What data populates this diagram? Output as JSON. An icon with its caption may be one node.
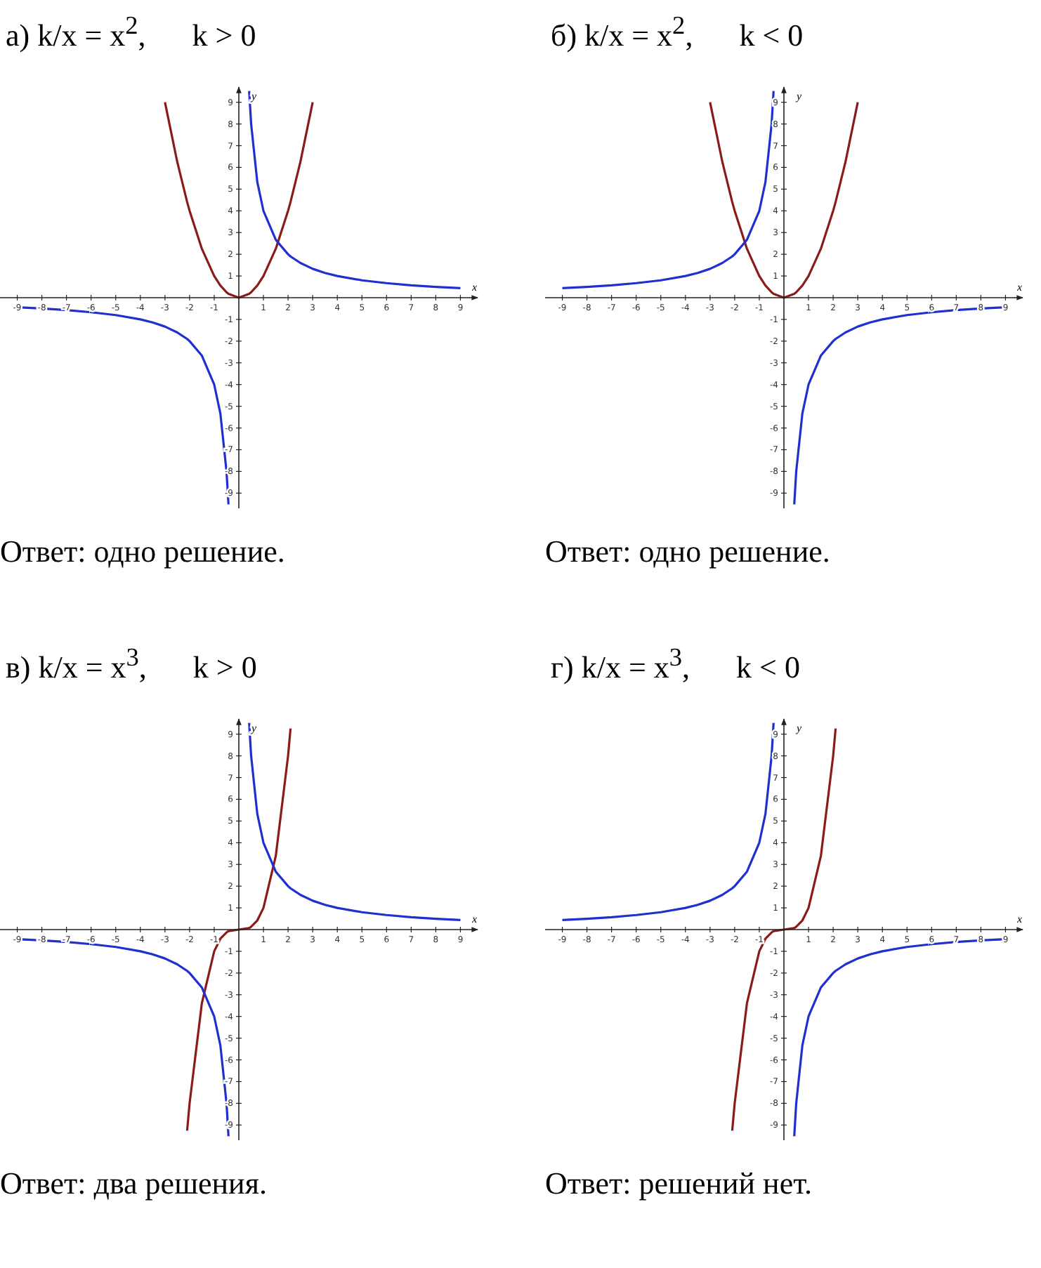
{
  "diagram": {
    "labels": [
      "Ответ: одно решение.",
      "Ответ: одно решение.",
      "Ответ: два решения.",
      "Ответ: решений нет."
    ],
    "chart_data": [
      {
        "type": "line",
        "title": "а) k/x = x$^{2}$,      k > 0",
        "xlabel": "x",
        "ylabel": "y",
        "x": [
          -9,
          -8,
          -7,
          -6,
          -5,
          -4,
          -3.5,
          -3,
          -2.5,
          -2.1,
          -2,
          -1.5,
          -1,
          -0.75,
          -0.5,
          -0.42,
          0,
          0.42,
          0.5,
          0.75,
          1,
          1.5,
          2,
          2.1,
          2.5,
          3,
          3.5,
          4,
          5,
          6,
          7,
          8,
          9
        ],
        "series": [
          {
            "color": "#8b1a1a",
            "values": [
              null,
              null,
              null,
              null,
              null,
              null,
              null,
              9,
              6.25,
              4.41,
              4,
              2.25,
              1,
              0.56,
              0.25,
              0.18,
              0,
              0.18,
              0.25,
              0.56,
              1,
              2.25,
              4,
              4.41,
              6.25,
              9,
              null,
              null,
              null,
              null,
              null,
              null,
              null
            ]
          },
          {
            "color": "#1f2fd0",
            "values": [
              -0.44,
              -0.5,
              -0.57,
              -0.67,
              -0.8,
              -1,
              -1.14,
              -1.33,
              -1.6,
              -1.9,
              -2,
              -2.67,
              -4,
              -5.33,
              -8,
              -9.52,
              null,
              9.52,
              8,
              5.33,
              4,
              2.67,
              2,
              1.9,
              1.6,
              1.33,
              1.14,
              1,
              0.8,
              0.67,
              0.57,
              0.5,
              0.44
            ]
          }
        ],
        "xlim": [
          -9.7,
          9.7
        ],
        "ylim": [
          -9.7,
          9.7
        ],
        "xticks": [
          -9,
          -8,
          -7,
          -6,
          -5,
          -4,
          -3,
          -2,
          -1,
          1,
          2,
          3,
          4,
          5,
          6,
          7,
          8,
          9
        ],
        "yticks": [
          -9,
          -8,
          -7,
          -6,
          -5,
          -4,
          -3,
          -2,
          -1,
          1,
          2,
          3,
          4,
          5,
          6,
          7,
          8,
          9
        ]
      },
      {
        "type": "line",
        "title": "б) k/x = x$^{2}$,      k < 0",
        "xlabel": "x",
        "ylabel": "y",
        "x": [
          -9,
          -8,
          -7,
          -6,
          -5,
          -4,
          -3.5,
          -3,
          -2.5,
          -2.1,
          -2,
          -1.5,
          -1,
          -0.75,
          -0.5,
          -0.42,
          0,
          0.42,
          0.5,
          0.75,
          1,
          1.5,
          2,
          2.1,
          2.5,
          3,
          3.5,
          4,
          5,
          6,
          7,
          8,
          9
        ],
        "series": [
          {
            "color": "#8b1a1a",
            "values": [
              null,
              null,
              null,
              null,
              null,
              null,
              null,
              9,
              6.25,
              4.41,
              4,
              2.25,
              1,
              0.56,
              0.25,
              0.18,
              0,
              0.18,
              0.25,
              0.56,
              1,
              2.25,
              4,
              4.41,
              6.25,
              9,
              null,
              null,
              null,
              null,
              null,
              null,
              null
            ]
          },
          {
            "color": "#1f2fd0",
            "values": [
              0.44,
              0.5,
              0.57,
              0.67,
              0.8,
              1,
              1.14,
              1.33,
              1.6,
              1.9,
              2,
              2.67,
              4,
              5.33,
              8,
              9.52,
              null,
              -9.52,
              -8,
              -5.33,
              -4,
              -2.67,
              -2,
              -1.9,
              -1.6,
              -1.33,
              -1.14,
              -1,
              -0.8,
              -0.67,
              -0.57,
              -0.5,
              -0.44
            ]
          }
        ],
        "xlim": [
          -9.7,
          9.7
        ],
        "ylim": [
          -9.7,
          9.7
        ],
        "xticks": [
          -9,
          -8,
          -7,
          -6,
          -5,
          -4,
          -3,
          -2,
          -1,
          1,
          2,
          3,
          4,
          5,
          6,
          7,
          8,
          9
        ],
        "yticks": [
          -9,
          -8,
          -7,
          -6,
          -5,
          -4,
          -3,
          -2,
          -1,
          1,
          2,
          3,
          4,
          5,
          6,
          7,
          8,
          9
        ]
      },
      {
        "type": "line",
        "title": "в) k/x = x$^{3}$,      k > 0",
        "xlabel": "x",
        "ylabel": "y",
        "x": [
          -9,
          -8,
          -7,
          -6,
          -5,
          -4,
          -3.5,
          -3,
          -2.5,
          -2.1,
          -2,
          -1.5,
          -1,
          -0.75,
          -0.5,
          -0.42,
          0,
          0.42,
          0.5,
          0.75,
          1,
          1.5,
          2,
          2.1,
          2.5,
          3,
          3.5,
          4,
          5,
          6,
          7,
          8,
          9
        ],
        "series": [
          {
            "color": "#8b1a1a",
            "values": [
              null,
              null,
              null,
              null,
              null,
              null,
              null,
              null,
              null,
              -9.26,
              -8,
              -3.38,
              -1,
              -0.42,
              -0.13,
              -0.07,
              0,
              0.07,
              0.13,
              0.42,
              1,
              3.38,
              8,
              9.26,
              null,
              null,
              null,
              null,
              null,
              null,
              null,
              null,
              null
            ]
          },
          {
            "color": "#1f2fd0",
            "values": [
              -0.44,
              -0.5,
              -0.57,
              -0.67,
              -0.8,
              -1,
              -1.14,
              -1.33,
              -1.6,
              -1.9,
              -2,
              -2.67,
              -4,
              -5.33,
              -8,
              -9.52,
              null,
              9.52,
              8,
              5.33,
              4,
              2.67,
              2,
              1.9,
              1.6,
              1.33,
              1.14,
              1,
              0.8,
              0.67,
              0.57,
              0.5,
              0.44
            ]
          }
        ],
        "xlim": [
          -9.7,
          9.7
        ],
        "ylim": [
          -9.7,
          9.7
        ],
        "xticks": [
          -9,
          -8,
          -7,
          -6,
          -5,
          -4,
          -3,
          -2,
          -1,
          1,
          2,
          3,
          4,
          5,
          6,
          7,
          8,
          9
        ],
        "yticks": [
          -9,
          -8,
          -7,
          -6,
          -5,
          -4,
          -3,
          -2,
          -1,
          1,
          2,
          3,
          4,
          5,
          6,
          7,
          8,
          9
        ]
      },
      {
        "type": "line",
        "title": "г) k/x = x$^{3}$,      k < 0",
        "xlabel": "x",
        "ylabel": "y",
        "x": [
          -9,
          -8,
          -7,
          -6,
          -5,
          -4,
          -3.5,
          -3,
          -2.5,
          -2.1,
          -2,
          -1.5,
          -1,
          -0.75,
          -0.5,
          -0.42,
          0,
          0.42,
          0.5,
          0.75,
          1,
          1.5,
          2,
          2.1,
          2.5,
          3,
          3.5,
          4,
          5,
          6,
          7,
          8,
          9
        ],
        "series": [
          {
            "color": "#8b1a1a",
            "values": [
              null,
              null,
              null,
              null,
              null,
              null,
              null,
              null,
              null,
              -9.26,
              -8,
              -3.38,
              -1,
              -0.42,
              -0.13,
              -0.07,
              0,
              0.07,
              0.13,
              0.42,
              1,
              3.38,
              8,
              9.26,
              null,
              null,
              null,
              null,
              null,
              null,
              null,
              null,
              null
            ]
          },
          {
            "color": "#1f2fd0",
            "values": [
              0.44,
              0.5,
              0.57,
              0.67,
              0.8,
              1,
              1.14,
              1.33,
              1.6,
              1.9,
              2,
              2.67,
              4,
              5.33,
              8,
              9.52,
              null,
              -9.52,
              -8,
              -5.33,
              -4,
              -2.67,
              -2,
              -1.9,
              -1.6,
              -1.33,
              -1.14,
              -1,
              -0.8,
              -0.67,
              -0.57,
              -0.5,
              -0.44
            ]
          }
        ],
        "xlim": [
          -9.7,
          9.7
        ],
        "ylim": [
          -9.7,
          9.7
        ],
        "xticks": [
          -9,
          -8,
          -7,
          -6,
          -5,
          -4,
          -3,
          -2,
          -1,
          1,
          2,
          3,
          4,
          5,
          6,
          7,
          8,
          9
        ],
        "yticks": [
          -9,
          -8,
          -7,
          -6,
          -5,
          -4,
          -3,
          -2,
          -1,
          1,
          2,
          3,
          4,
          5,
          6,
          7,
          8,
          9
        ]
      }
    ]
  }
}
